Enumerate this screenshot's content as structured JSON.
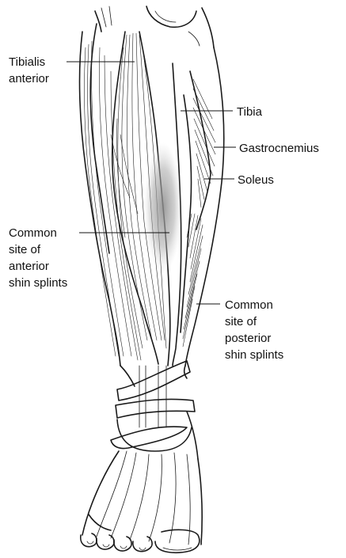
{
  "figure": {
    "labels": {
      "tibialis_anterior": [
        "Tibialis",
        "anterior"
      ],
      "tibia": [
        "Tibia"
      ],
      "gastrocnemius": [
        "Gastrocnemius"
      ],
      "soleus": [
        "Soleus"
      ],
      "anterior_site": [
        "Common",
        "site of",
        "anterior",
        "shin splints"
      ],
      "posterior_site": [
        "Common",
        "site of",
        "posterior",
        "shin splints"
      ]
    },
    "colors": {
      "line": "#1a1a1a",
      "highlight": "#9a9a9a",
      "background": "#ffffff"
    }
  }
}
